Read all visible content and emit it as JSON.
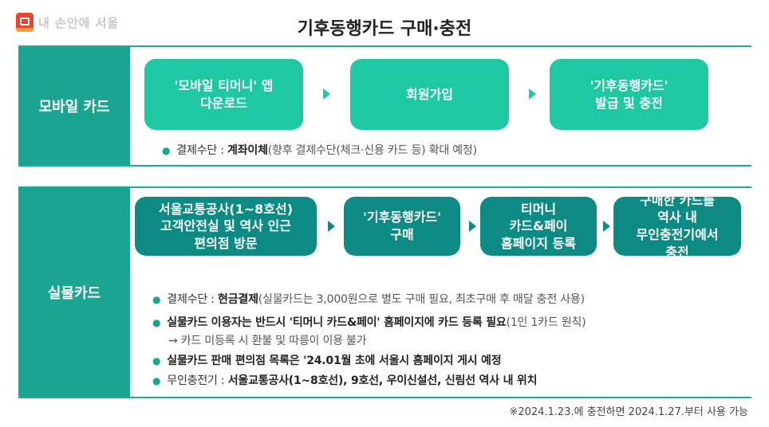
{
  "brand": {
    "logo_text": "내 손안에 서울"
  },
  "title": "기후동행카드 구매·충전",
  "mobile": {
    "label": "모바일 카드",
    "steps": [
      "'모바일 티머니' 앱\n다운로드",
      "회원가입",
      "'기후동행카드'\n발급 및 충전"
    ],
    "note": {
      "lead": "결제수단 : ",
      "em": "계좌이체",
      "rest": "(향후 결제수단(체크·신용 카드 등) 확대 예정)"
    }
  },
  "physical": {
    "label": "실물카드",
    "steps": [
      "서울교통공사(1~8호선)\n고객안전실 및 역사 인근\n편의점 방문",
      "'기후동행카드'\n구매",
      "티머니\n카드&페이\n홈페이지 등록",
      "구매한 카드를\n역사 내\n무인충전기에서\n충전"
    ],
    "notes": [
      {
        "lead": "결제수단 : ",
        "em": "현금결제",
        "rest": "(실물카드는 3,000원으로 별도 구매 필요, 최초구매 후 매달 충전 사용)"
      },
      {
        "lead": "",
        "em": "실물카드 이용자는 반드시 '티머니 카드&페이' 홈페이지에 카드 등록 필요",
        "rest": "(1인 1카드 원칙)"
      },
      {
        "lead": "",
        "em": "",
        "rest": "→ 카드 미등록 시 환불 및 따릉이 이용 불가"
      },
      {
        "lead": "",
        "em": "실물카드 판매 편의점 목록은 '24.01월 초에 서울시 홈페이지 게시 예정",
        "rest": ""
      },
      {
        "lead": "무인충전기 : ",
        "em": "서울교통공사(1~8호선), 9호선, 우이신설선, 신림선 역사 내 위치",
        "rest": ""
      }
    ]
  },
  "footnote": "※2024.1.23.에 충전하면 2024.1.27.부터 사용 가능",
  "colors": {
    "label_bg": "#19a591",
    "mobile_step": "#1ec8a2",
    "physical_step": "#0d8a84"
  }
}
